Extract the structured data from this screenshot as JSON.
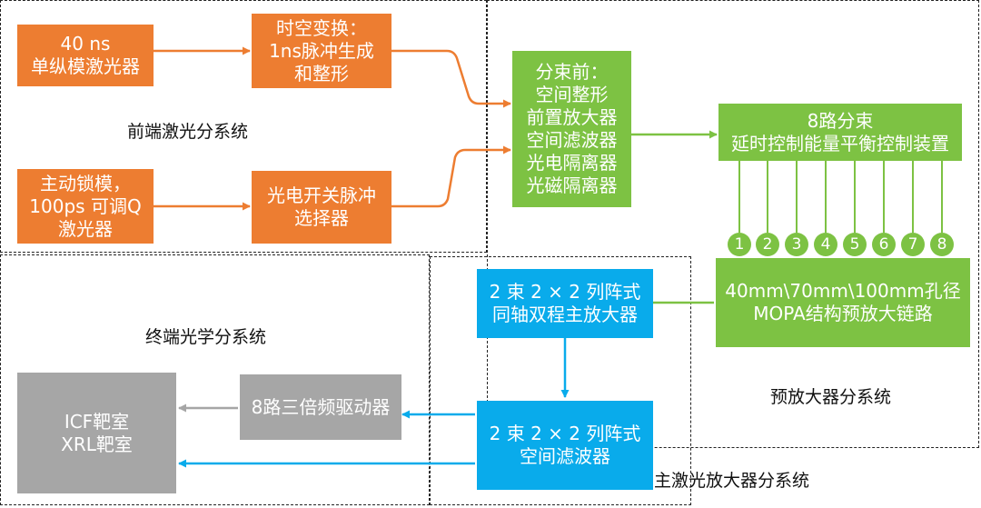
{
  "regions": {
    "front": "前端激光分系统",
    "preamp": "预放大器分系统",
    "terminal": "终端光学分系统",
    "main": "主激光放大器分系统"
  },
  "boxes": {
    "laser40": [
      "40 ns",
      "单纵模激光器"
    ],
    "spacetime": [
      "时空变换：",
      "1ns脉冲生成",
      "和整形"
    ],
    "modelock": [
      "主动锁模，",
      "100ps 可调Q",
      "激光器"
    ],
    "selector": [
      "光电开关脉冲",
      "选择器"
    ],
    "prebeam": [
      "分束前：",
      "空间整形",
      "前置放大器",
      "空间滤波器",
      "光电隔离器",
      "光磁隔离器"
    ],
    "split8": [
      "8路分束",
      "延时控制能量平衡控制装置"
    ],
    "mopa": [
      "40mm\\70mm\\100mm孔径",
      "MOPA结构预放大链路"
    ],
    "mainamp": [
      "2 束 2 × 2 列阵式",
      "同轴双程主放大器"
    ],
    "spatialfilter": [
      "2 束 2 × 2 列阵式",
      "空间滤波器"
    ],
    "tripler": [
      "8路三倍频驱动器"
    ],
    "target": [
      "ICF靶室",
      "XRL靶室"
    ]
  },
  "channels": [
    "1",
    "2",
    "3",
    "4",
    "5",
    "6",
    "7",
    "8"
  ],
  "colors": {
    "orange": "#ED7D31",
    "green": "#7DC243",
    "blue": "#09ABEB",
    "gray": "#A6A6A6"
  }
}
